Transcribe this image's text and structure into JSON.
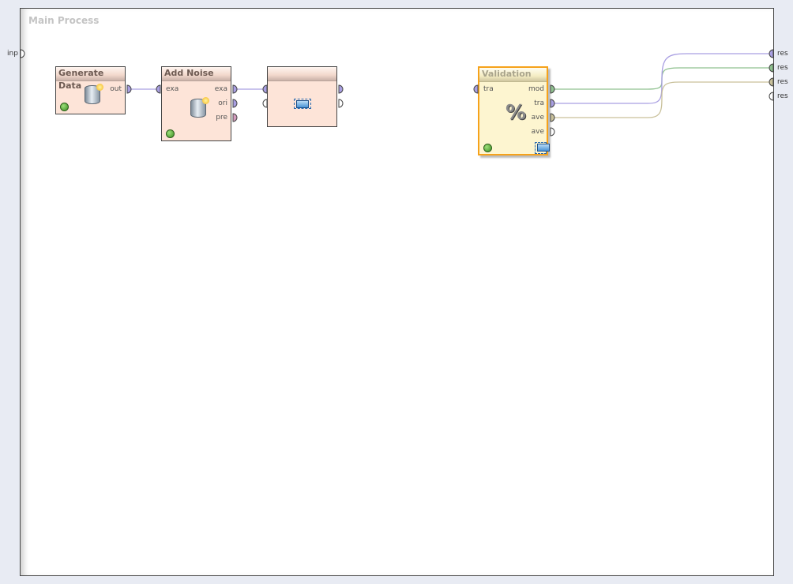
{
  "process": {
    "title": "Main Process",
    "input_port": "inp",
    "result_ports": [
      "res",
      "res",
      "res",
      "res"
    ]
  },
  "operators": [
    {
      "name": "Generate Data",
      "ports_out": [
        "out"
      ],
      "icon": "database-icon"
    },
    {
      "name": "Add Noise",
      "ports_in": [
        "exa"
      ],
      "ports_out": [
        "exa",
        "ori",
        "pre"
      ],
      "icon": "database-icon"
    },
    {
      "name": "",
      "icon": "subprocess-icon"
    },
    {
      "name": "Validation",
      "ports_in": [
        "tra"
      ],
      "ports_out": [
        "mod",
        "tra",
        "ave",
        "ave"
      ],
      "icon": "percent-icon",
      "glyph": "%"
    }
  ],
  "colors": {
    "example": "#a99fe2",
    "model": "#8fc18f",
    "performance": "#c9c19b",
    "preprocessing": "#d39cbd",
    "accent": "#f6a21a"
  }
}
